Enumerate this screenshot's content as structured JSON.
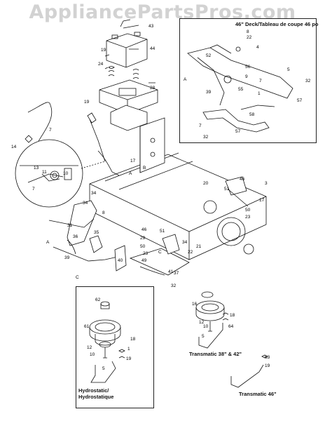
{
  "watermark": "AppliancePartsPros.com",
  "insets": {
    "deck46_title": "46\" Deck/Tableau de coupe 46 po",
    "hydro_title_line1": "Hydrostatic/",
    "hydro_title_line2": "Hydrostatique",
    "transmatic_38_42": "Transmatic 38\" & 42\"",
    "transmatic_46": "Transmatic 46\""
  },
  "callouts": [
    {
      "id": "c43",
      "t": "43"
    },
    {
      "id": "c44",
      "t": "44"
    },
    {
      "id": "c19a",
      "t": "19"
    },
    {
      "id": "c24",
      "t": "24"
    },
    {
      "id": "c28",
      "t": "28"
    },
    {
      "id": "c19b",
      "t": "19"
    },
    {
      "id": "c14",
      "t": "14"
    },
    {
      "id": "c7a",
      "t": "7"
    },
    {
      "id": "c11a",
      "t": "11"
    },
    {
      "id": "c13",
      "t": "13"
    },
    {
      "id": "c10a",
      "t": "10"
    },
    {
      "id": "c7b",
      "t": "7"
    },
    {
      "id": "c17a",
      "t": "17"
    },
    {
      "id": "cA1",
      "t": "A"
    },
    {
      "id": "cB1",
      "t": "B"
    },
    {
      "id": "c20",
      "t": "20"
    },
    {
      "id": "c46a",
      "t": "46"
    },
    {
      "id": "c3a",
      "t": "3"
    },
    {
      "id": "c51a",
      "t": "51"
    },
    {
      "id": "c17b",
      "t": "17"
    },
    {
      "id": "c34a",
      "t": "34"
    },
    {
      "id": "c34b",
      "t": "34"
    },
    {
      "id": "c8a",
      "t": "8"
    },
    {
      "id": "c31",
      "t": "31"
    },
    {
      "id": "c36",
      "t": "36"
    },
    {
      "id": "c35",
      "t": "35"
    },
    {
      "id": "cA2",
      "t": "A"
    },
    {
      "id": "c39a",
      "t": "39"
    },
    {
      "id": "c40",
      "t": "40"
    },
    {
      "id": "cC1",
      "t": "C"
    },
    {
      "id": "c46b",
      "t": "46"
    },
    {
      "id": "c29",
      "t": "29"
    },
    {
      "id": "c51b",
      "t": "51"
    },
    {
      "id": "c50a",
      "t": "50"
    },
    {
      "id": "c23",
      "t": "23"
    },
    {
      "id": "c49",
      "t": "49"
    },
    {
      "id": "c22",
      "t": "22"
    },
    {
      "id": "c21",
      "t": "21"
    },
    {
      "id": "c34c",
      "t": "34"
    },
    {
      "id": "c50b",
      "t": "50"
    },
    {
      "id": "c23b",
      "t": "23"
    },
    {
      "id": "cC2",
      "t": "C"
    },
    {
      "id": "c41",
      "t": "41"
    },
    {
      "id": "c37",
      "t": "37"
    },
    {
      "id": "c32a",
      "t": "32"
    },
    {
      "id": "c62",
      "t": "62"
    },
    {
      "id": "c61",
      "t": "61"
    },
    {
      "id": "c12a",
      "t": "12"
    },
    {
      "id": "c10b",
      "t": "10"
    },
    {
      "id": "c18a",
      "t": "18"
    },
    {
      "id": "c1a",
      "t": "1"
    },
    {
      "id": "c19c",
      "t": "19"
    },
    {
      "id": "c5a",
      "t": "5"
    },
    {
      "id": "c16",
      "t": "16"
    },
    {
      "id": "c18b",
      "t": "18"
    },
    {
      "id": "c12b",
      "t": "12"
    },
    {
      "id": "c10c",
      "t": "10"
    },
    {
      "id": "c64",
      "t": "64"
    },
    {
      "id": "c5b",
      "t": "5"
    },
    {
      "id": "c63",
      "t": "63"
    },
    {
      "id": "c19d",
      "t": "19"
    },
    {
      "id": "c22b",
      "t": "22"
    },
    {
      "id": "c8b",
      "t": "8"
    },
    {
      "id": "c52",
      "t": "52"
    },
    {
      "id": "c4a",
      "t": "4"
    },
    {
      "id": "c58",
      "t": "58"
    },
    {
      "id": "cA3",
      "t": "A"
    },
    {
      "id": "c39b",
      "t": "39"
    },
    {
      "id": "c55",
      "t": "55"
    },
    {
      "id": "c9",
      "t": "9"
    },
    {
      "id": "c7c",
      "t": "7"
    },
    {
      "id": "c32b",
      "t": "32"
    },
    {
      "id": "c57a",
      "t": "57"
    },
    {
      "id": "c1b",
      "t": "1"
    },
    {
      "id": "c7d",
      "t": "7"
    },
    {
      "id": "c57b",
      "t": "57"
    },
    {
      "id": "c32c",
      "t": "32"
    },
    {
      "id": "c56",
      "t": "56"
    },
    {
      "id": "c5c",
      "t": "5"
    }
  ]
}
